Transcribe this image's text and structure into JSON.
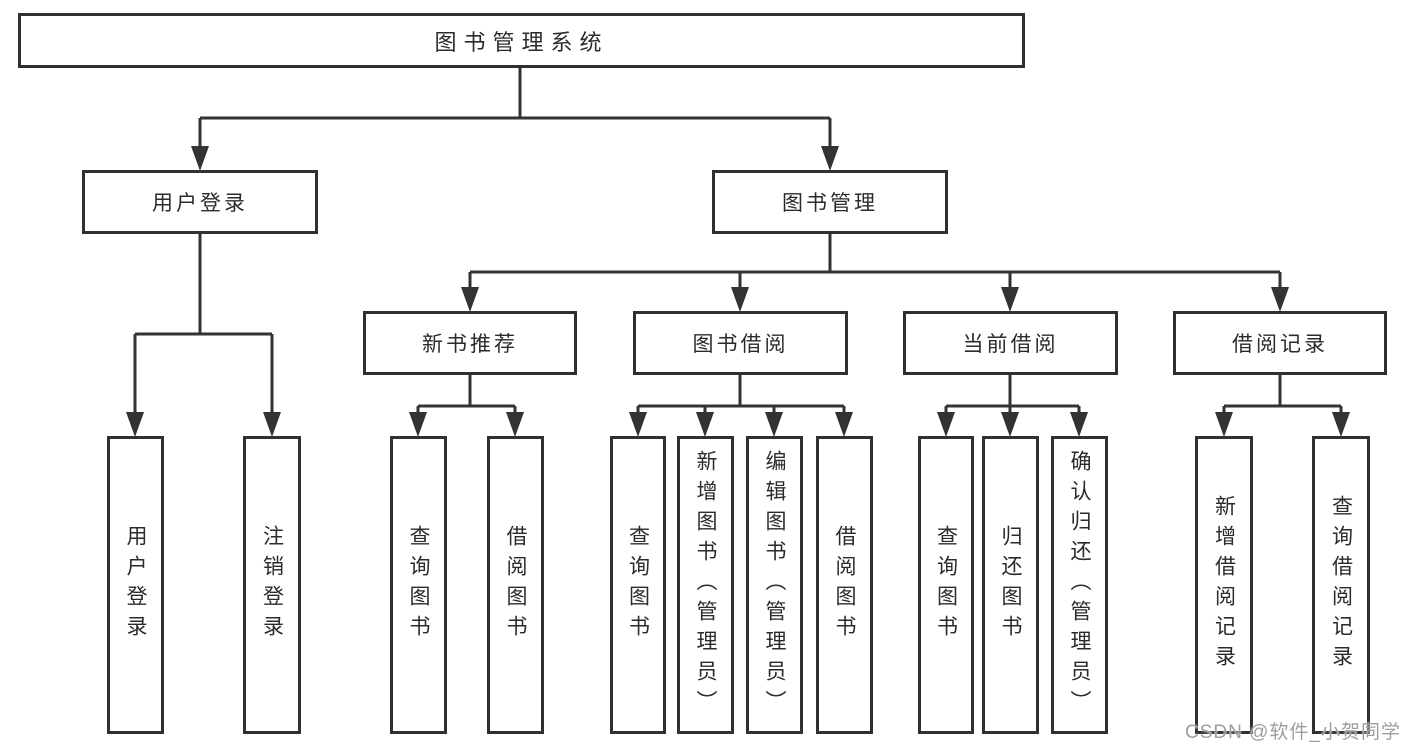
{
  "page": {
    "background": "#ffffff"
  },
  "colors": {
    "line": "#333333",
    "box_border": "#303030",
    "text": "#2b2b2b",
    "watermark": "#9e9e9e"
  },
  "watermark": {
    "text": "CSDN @软件_小贺同学"
  },
  "tree": {
    "root": {
      "label": "图书管理系统"
    },
    "branches": [
      {
        "label": "用户登录",
        "children": [
          {
            "label": "用户登录"
          },
          {
            "label": "注销登录"
          }
        ]
      },
      {
        "label": "图书管理",
        "subbranches": [
          {
            "label": "新书推荐",
            "children": [
              {
                "label": "查询图书"
              },
              {
                "label": "借阅图书"
              }
            ]
          },
          {
            "label": "图书借阅",
            "children": [
              {
                "label": "查询图书"
              },
              {
                "label": "新增图书（管理员）"
              },
              {
                "label": "编辑图书（管理员）"
              },
              {
                "label": "借阅图书"
              }
            ]
          },
          {
            "label": "当前借阅",
            "children": [
              {
                "label": "查询图书"
              },
              {
                "label": "归还图书"
              },
              {
                "label": "确认归还（管理员）"
              }
            ]
          },
          {
            "label": "借阅记录",
            "children": [
              {
                "label": "新增借阅记录"
              },
              {
                "label": "查询借阅记录"
              }
            ]
          }
        ]
      }
    ]
  }
}
